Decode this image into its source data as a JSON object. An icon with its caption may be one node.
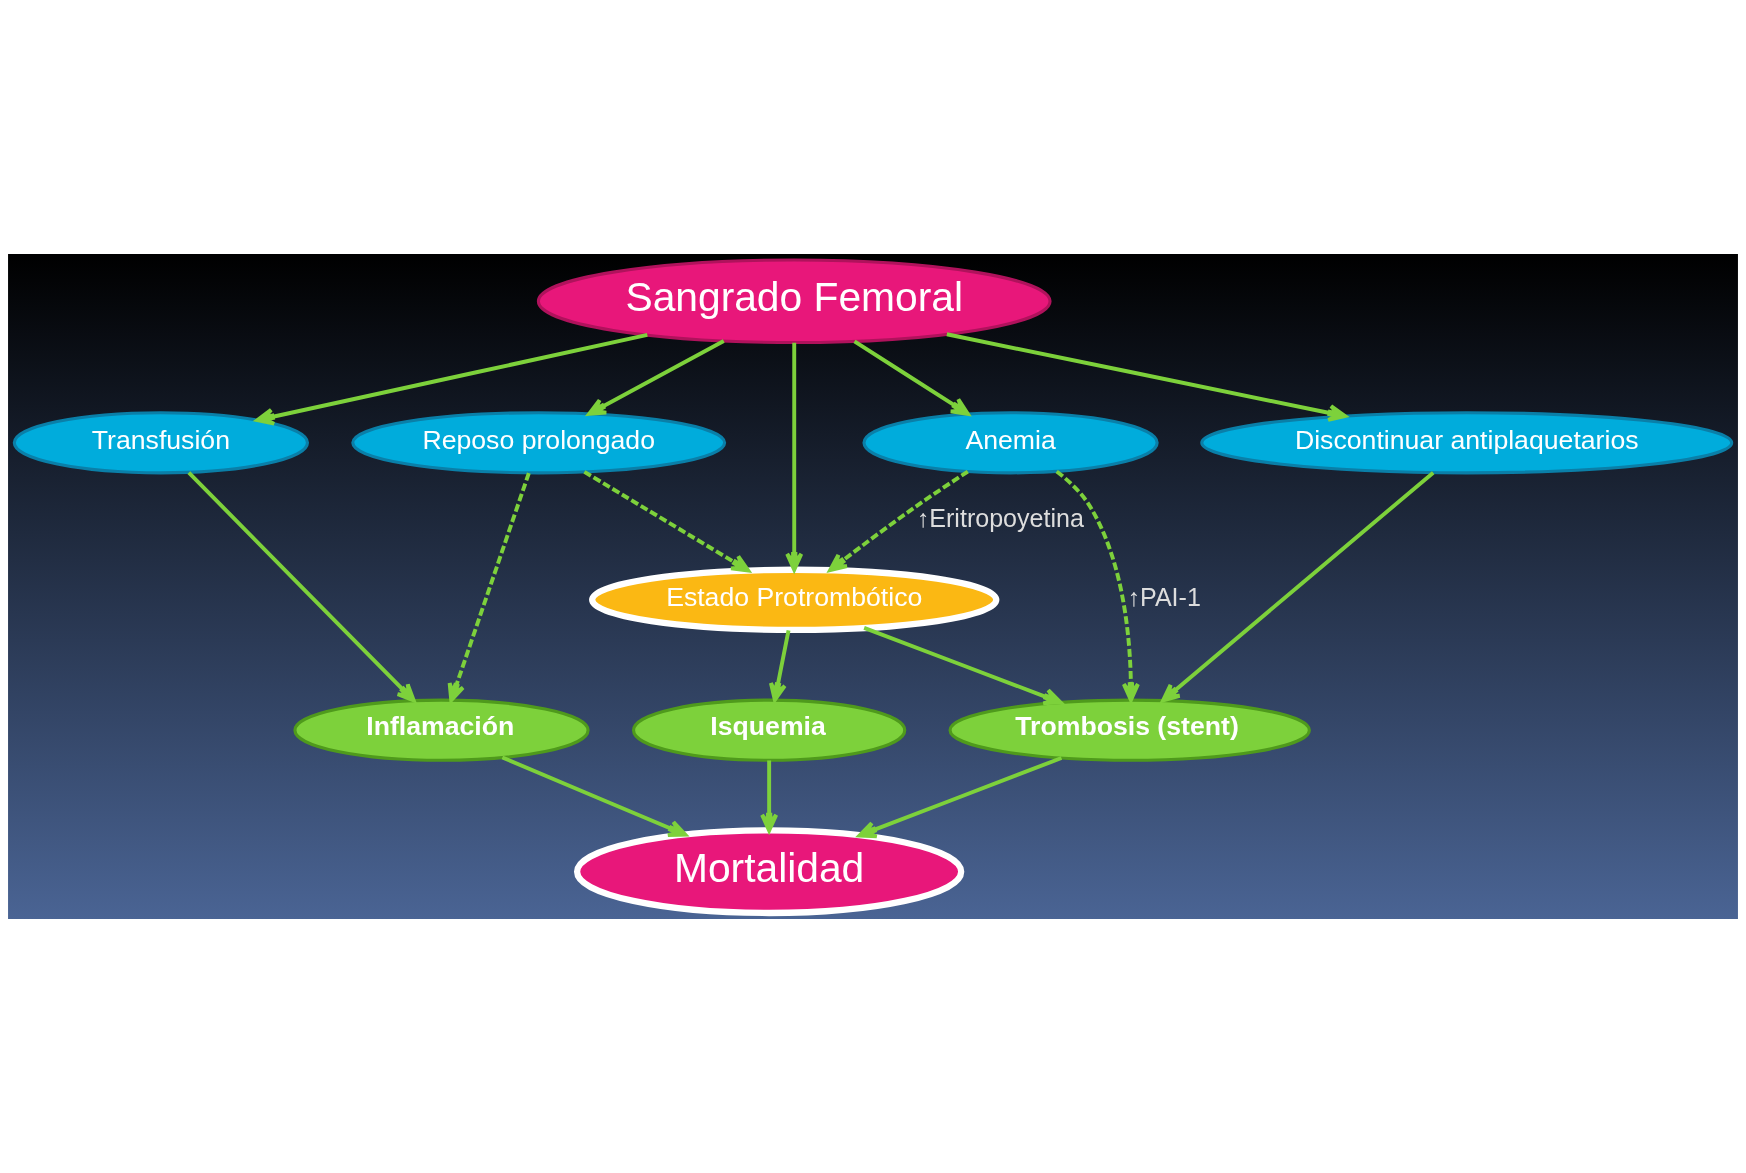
{
  "diagram": {
    "nodes": [
      {
        "text": [
          "Sangrado Femoral"
        ]
      },
      {
        "text": [
          "Reposo prolongado"
        ]
      },
      {
        "text": [
          "Transfusión"
        ]
      },
      {
        "text": [
          "Anemia"
        ]
      },
      {
        "text": [
          "Discontinuar antiplaquetarios"
        ]
      },
      {
        "text": [
          "Estado Protrombótico"
        ]
      },
      {
        "text": [
          "Inflamación"
        ]
      },
      {
        "text": [
          "Isquemia"
        ]
      },
      {
        "text": [
          "Trombosis (stent)"
        ]
      },
      {
        "text": [
          "Mortalidad"
        ]
      }
    ],
    "edges": [
      {
        "from": 0,
        "to": 1,
        "arrow": "to"
      },
      {
        "from": 0,
        "to": 2,
        "arrow": "to"
      },
      {
        "from": 0,
        "to": 5,
        "arrow": "to"
      },
      {
        "from": 0,
        "to": 3,
        "arrow": "to"
      },
      {
        "from": 0,
        "to": 4,
        "arrow": "to"
      },
      {
        "from": 1,
        "to": 5,
        "arrow": "to",
        "style": "dashed"
      },
      {
        "from": 1,
        "to": 6,
        "arrow": "to",
        "style": "dashed"
      },
      {
        "from": 2,
        "to": 6,
        "arrow": "to"
      },
      {
        "from": 3,
        "to": 5,
        "arrow": "to",
        "style": "dashed",
        "label": "↑Eritropoyetina"
      },
      {
        "from": 3,
        "to": 8,
        "arrow": "to",
        "style": "dashed",
        "label": "↑PAI-1"
      },
      {
        "from": 4,
        "to": 8,
        "arrow": "to"
      },
      {
        "from": 5,
        "to": 7,
        "arrow": "to"
      },
      {
        "from": 5,
        "to": 8,
        "arrow": "to"
      },
      {
        "from": 6,
        "to": 9,
        "arrow": "to"
      },
      {
        "from": 7,
        "to": 9,
        "arrow": "to"
      },
      {
        "from": 8,
        "to": 9,
        "arrow": "to"
      }
    ]
  }
}
